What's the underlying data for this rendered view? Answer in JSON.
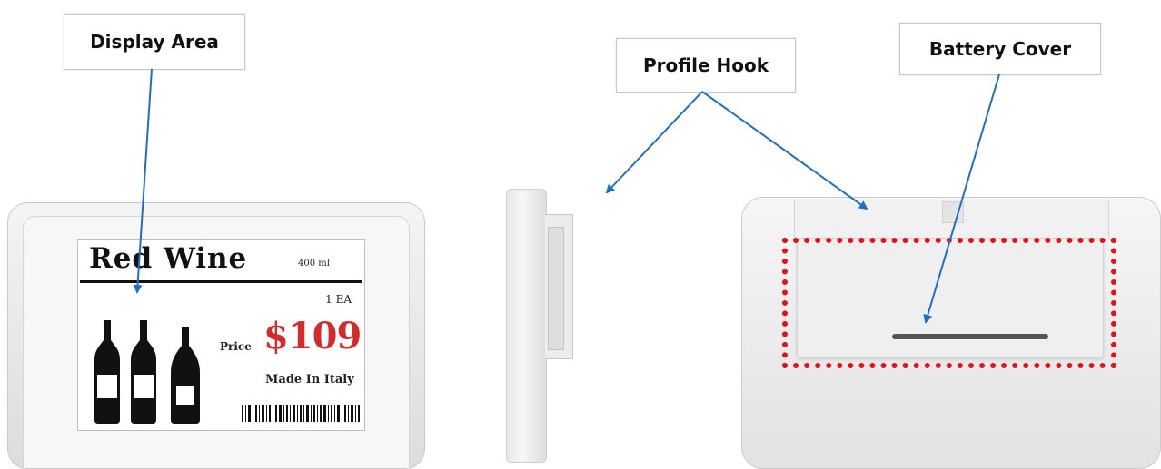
{
  "callouts": {
    "display_area": "Display Area",
    "profile_hook": "Profile Hook",
    "battery_cover": "Battery Cover"
  },
  "screen": {
    "product": "Red Wine",
    "volume": "400 ml",
    "quantity": "1 EA",
    "price_label": "Price",
    "price": "$109",
    "origin": "Made In  Italy"
  },
  "colors": {
    "price_red": "#d42c2c",
    "arrow_blue": "#1f6fc4",
    "highlight_red": "#e2121a"
  }
}
